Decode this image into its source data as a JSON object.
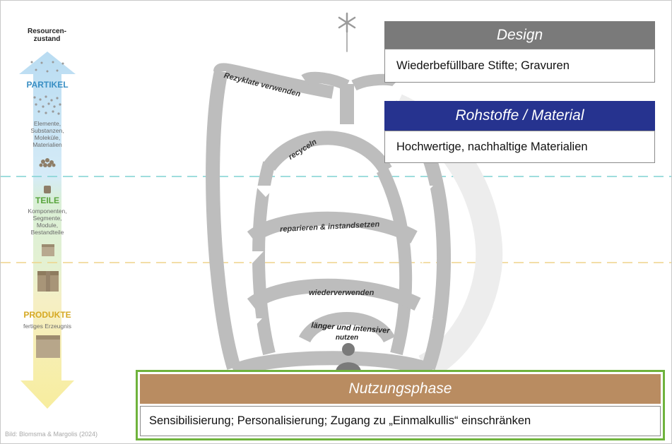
{
  "resource_state_title": "Resourcen-\nzustand",
  "levels": [
    {
      "label": "PARTIKEL",
      "color": "#3a8fc4",
      "description": "Elemente,\nSubstanzen,\nMoleküle,\nMaterialien"
    },
    {
      "label": "TEILE",
      "color": "#58a43c",
      "description": "Komponenten,\nSegmente,\nModule,\nBestandteile"
    },
    {
      "label": "PRODUKTE",
      "color": "#d6a923",
      "description": "fertiges Erzeugnis"
    }
  ],
  "loops": {
    "rezyklate": "Rezyklate verwenden",
    "recyceln": "recyceln",
    "reparieren": "reparieren & instandsetzen",
    "wiederverwenden": "wiederverwenden",
    "laenger": "länger und intensiver",
    "nutzen": "nutzen"
  },
  "boxes": {
    "design": {
      "title": "Design",
      "text": "Wiederbefüllbare Stifte; Gravuren",
      "color": "#7a7a7a"
    },
    "material": {
      "title": "Rohstoffe / Material",
      "text": "Hochwertige, nachhaltige Materialien",
      "color": "#26338f"
    },
    "nutzung": {
      "title": "Nutzungsphase",
      "text": "Sensibilisierung; Personalisierung; Zugang zu „Einmalkullis“ einschränken",
      "color": "#b98c61",
      "border": "#6fb33c"
    }
  },
  "caption": "Bild: Blomsma & Margolis (2024)"
}
